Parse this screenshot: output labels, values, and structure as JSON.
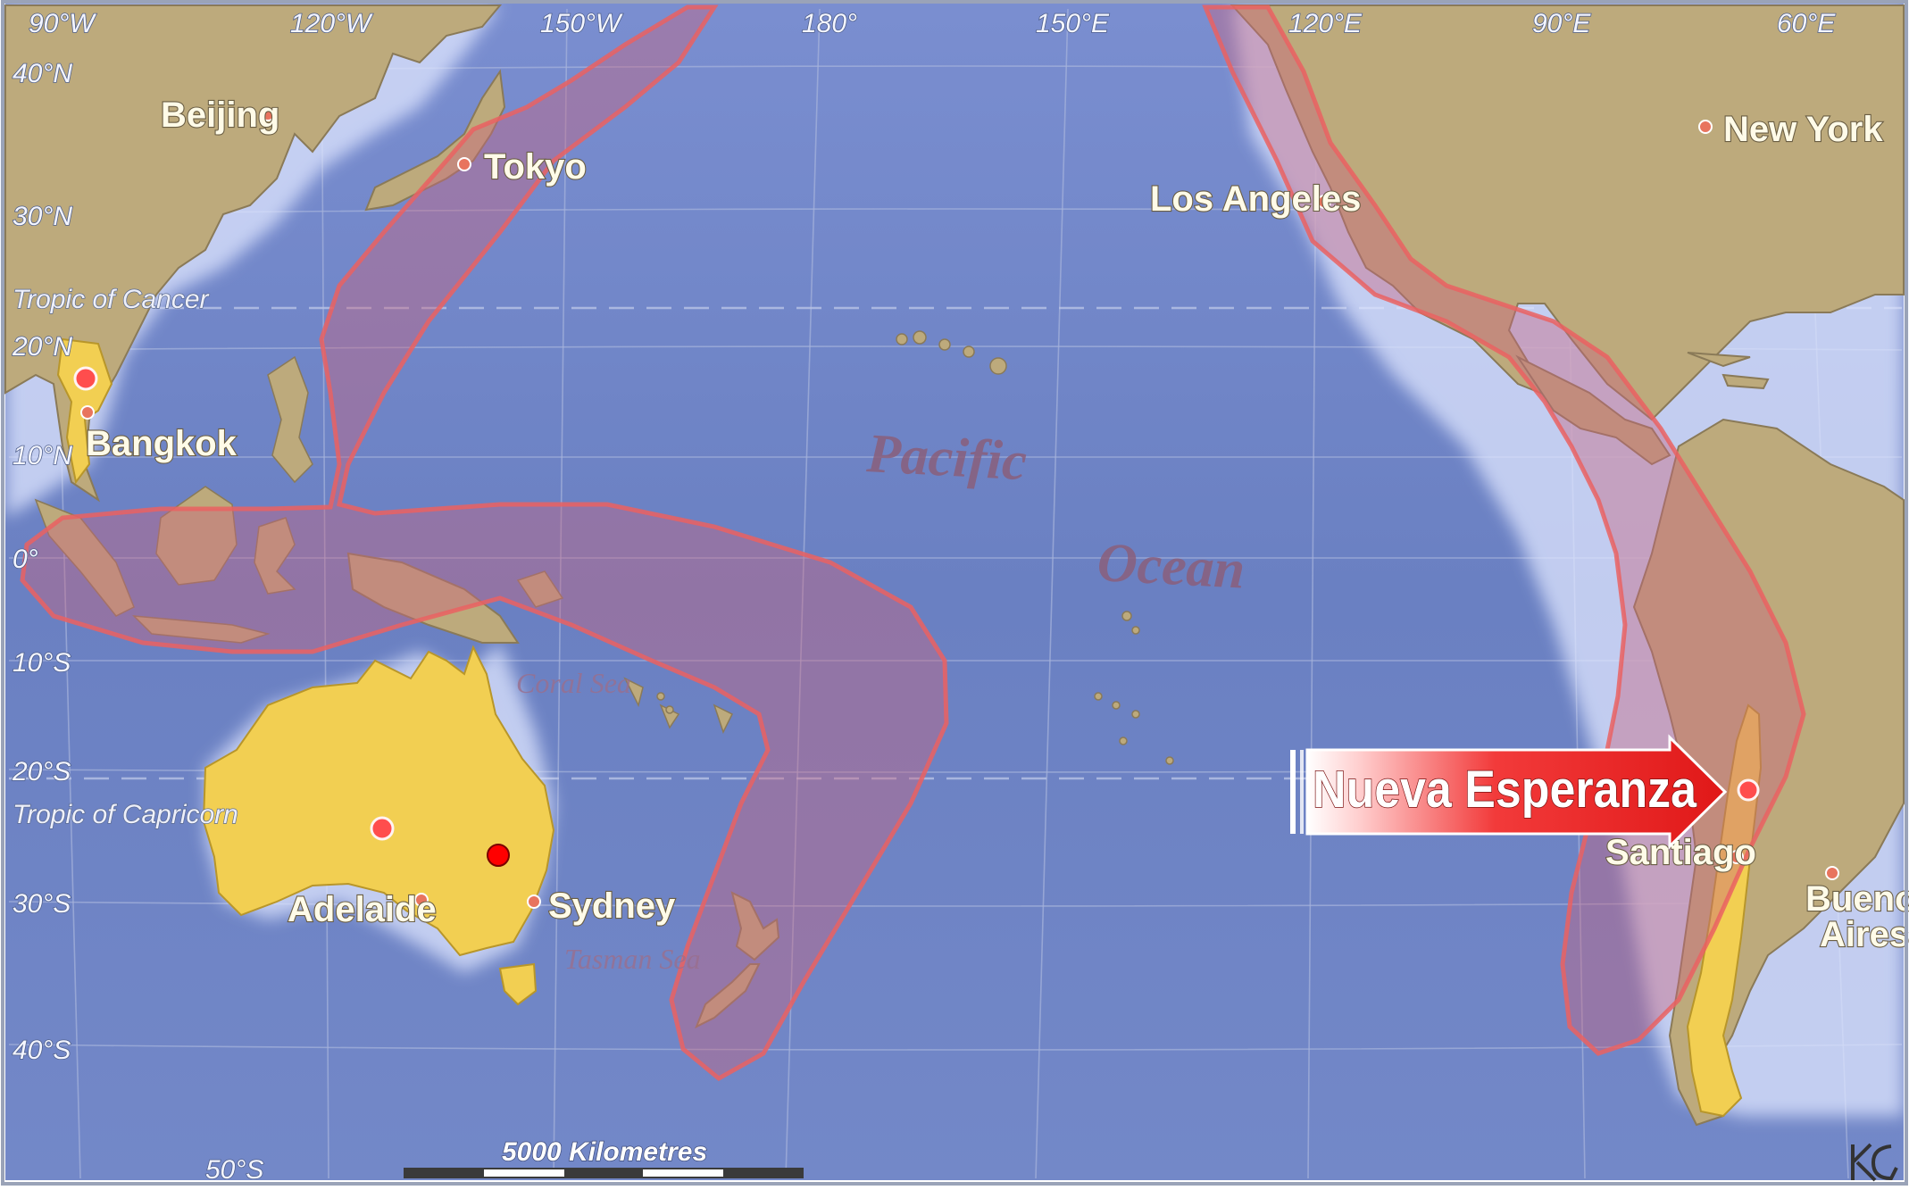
{
  "map": {
    "ocean_label_line1": "Pacific",
    "ocean_label_line2": "Ocean",
    "seas": {
      "coral": "Coral Sea",
      "tasman": "Tasman Sea"
    },
    "tropics": {
      "cancer": "Tropic of Cancer",
      "capricorn": "Tropic of Capricorn"
    },
    "longitudes": [
      "90°W",
      "120°W",
      "150°W",
      "180°",
      "150°E",
      "120°E",
      "90°E",
      "60°E"
    ],
    "latitudes": [
      "40°N",
      "30°N",
      "20°N",
      "10°N",
      "0°",
      "10°S",
      "20°S",
      "30°S",
      "40°S",
      "50°S"
    ],
    "cities": {
      "beijing": "Beijing",
      "tokyo": "Tokyo",
      "bangkok": "Bangkok",
      "adelaide": "Adelaide",
      "sydney": "Sydney",
      "los_angeles": "Los Angeles",
      "new_york": "New York",
      "santiago": "Santiago",
      "buenos_aires_line1": "Buenos",
      "buenos_aires_line2": "Aires"
    },
    "callout": "Nueva Esperanza",
    "scale_label": "5000 Kilometres",
    "colors": {
      "ocean": "#6f85c6",
      "land": "#bdaa7c",
      "highlight_land": "#f2cf52",
      "belt": "#c9637e",
      "marker": "#ff2020",
      "arrow": "#ee1c1c"
    }
  }
}
